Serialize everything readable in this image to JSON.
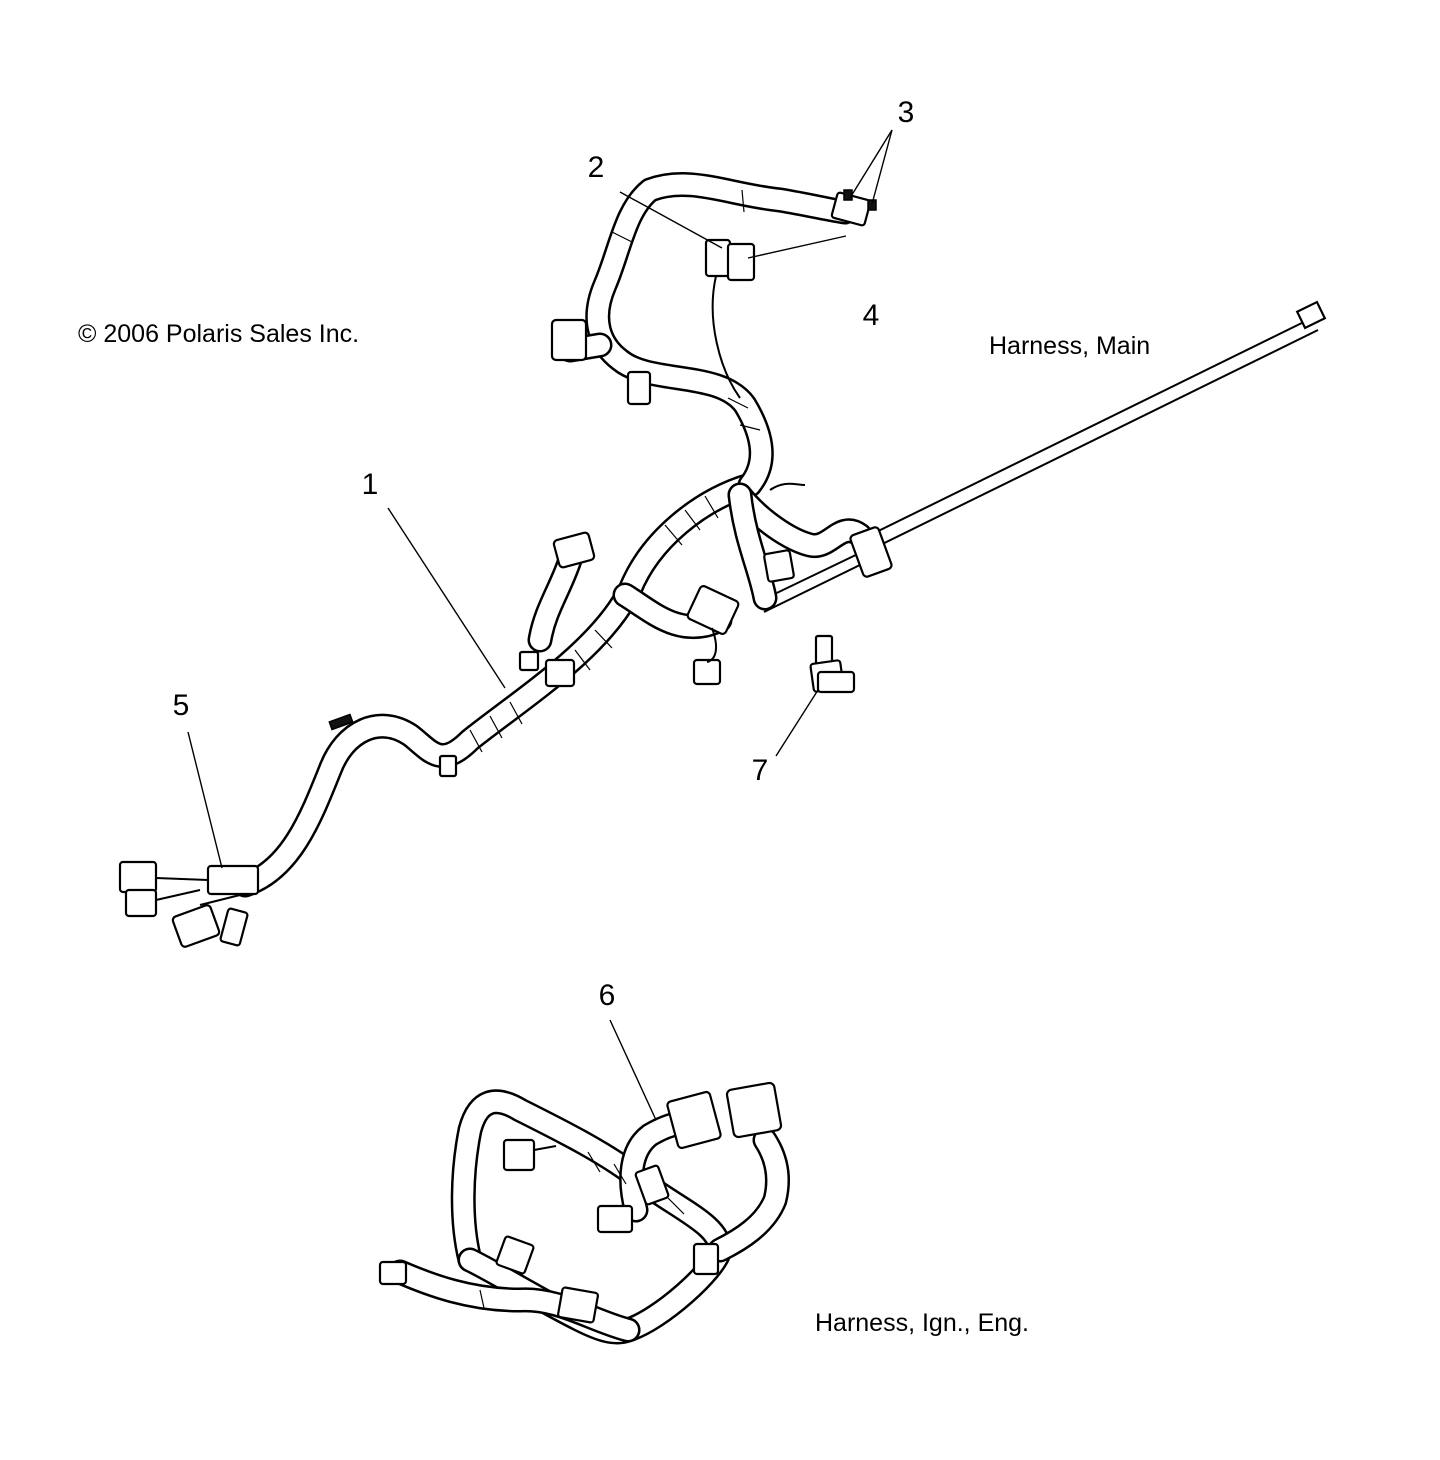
{
  "copyright": "© 2006 Polaris Sales Inc.",
  "captions": {
    "main_harness": "Harness, Main",
    "ign_eng_harness": "Harness, Ign., Eng."
  },
  "callouts": [
    "1",
    "2",
    "3",
    "4",
    "5",
    "6",
    "7"
  ]
}
